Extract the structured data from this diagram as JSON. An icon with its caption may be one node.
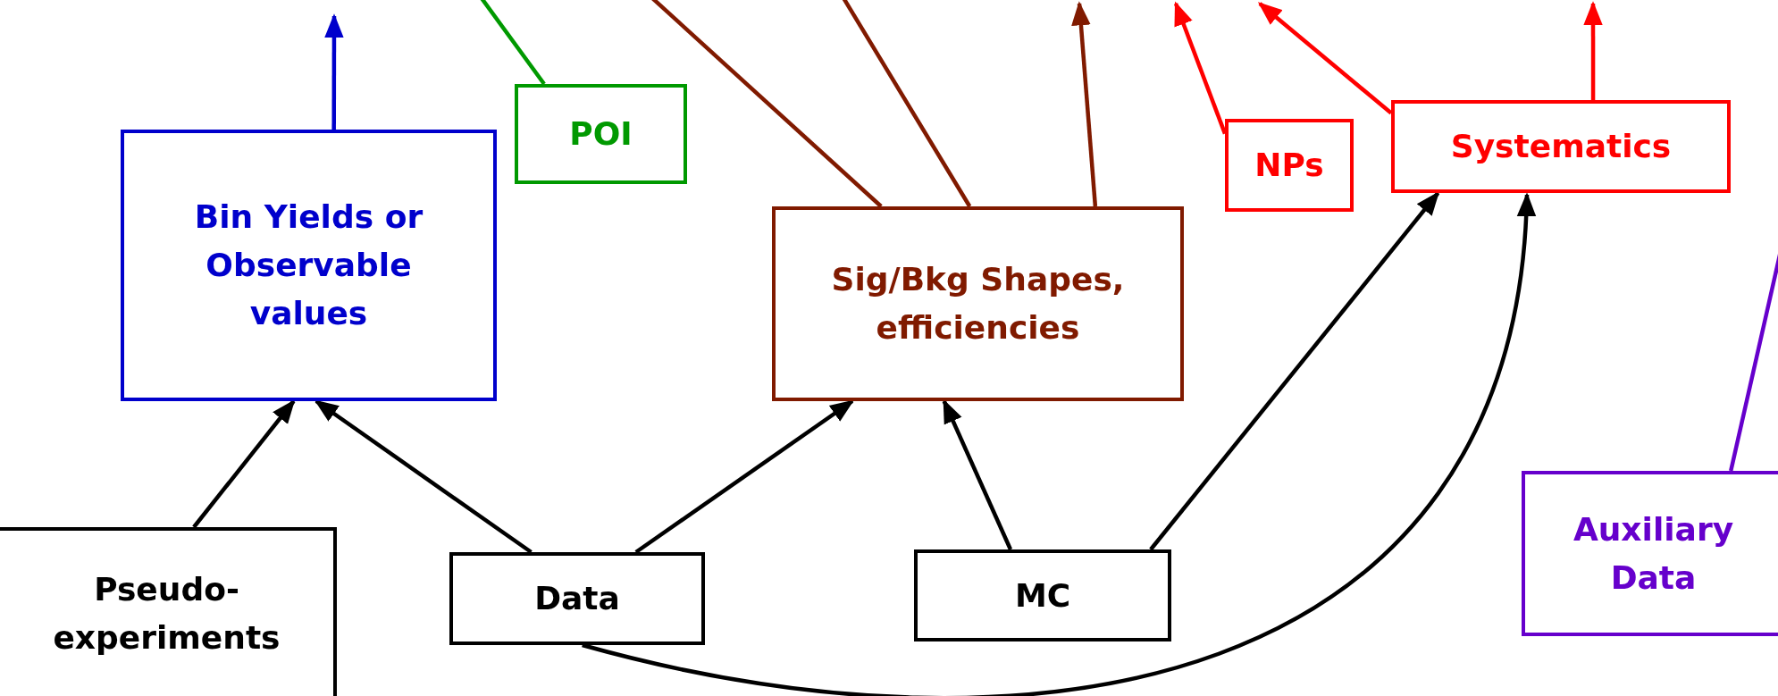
{
  "diagram": {
    "nodes": [
      {
        "text": [
          "Bin Yields or Observable values"
        ]
      },
      {
        "text": [
          "POI"
        ]
      },
      {
        "text": [
          "Sig/Bkg Shapes, efficiencies"
        ]
      },
      {
        "text": [
          "NPs"
        ]
      },
      {
        "text": [
          "Systematics"
        ]
      },
      {
        "text": [
          "Pseudo-experiments"
        ]
      },
      {
        "text": [
          "Data"
        ]
      },
      {
        "text": [
          "MC"
        ]
      },
      {
        "text": [
          "Auxiliary Data"
        ]
      }
    ],
    "edges": [
      {
        "from": 0,
        "to": null,
        "arrow": "to",
        "color": "#0000cc"
      },
      {
        "from": 1,
        "to": null,
        "arrow": "none",
        "color": "#009900"
      },
      {
        "from": 2,
        "to": null,
        "arrow": "none",
        "color": "#801a00"
      },
      {
        "from": 2,
        "to": null,
        "arrow": "none",
        "color": "#801a00"
      },
      {
        "from": 2,
        "to": null,
        "arrow": "to",
        "color": "#801a00"
      },
      {
        "from": 3,
        "to": null,
        "arrow": "to",
        "color": "#ff0000"
      },
      {
        "from": 4,
        "to": null,
        "arrow": "to",
        "color": "#ff0000"
      },
      {
        "from": 4,
        "to": null,
        "arrow": "to",
        "color": "#ff0000"
      },
      {
        "from": 5,
        "to": 0,
        "arrow": "to"
      },
      {
        "from": 6,
        "to": 0,
        "arrow": "to"
      },
      {
        "from": 6,
        "to": 2,
        "arrow": "to"
      },
      {
        "from": 7,
        "to": 2,
        "arrow": "to"
      },
      {
        "from": 7,
        "to": 4,
        "arrow": "to"
      },
      {
        "from": 6,
        "to": 4,
        "arrow": "to"
      },
      {
        "from": 8,
        "to": null,
        "arrow": "none",
        "color": "#6600cc"
      }
    ]
  }
}
